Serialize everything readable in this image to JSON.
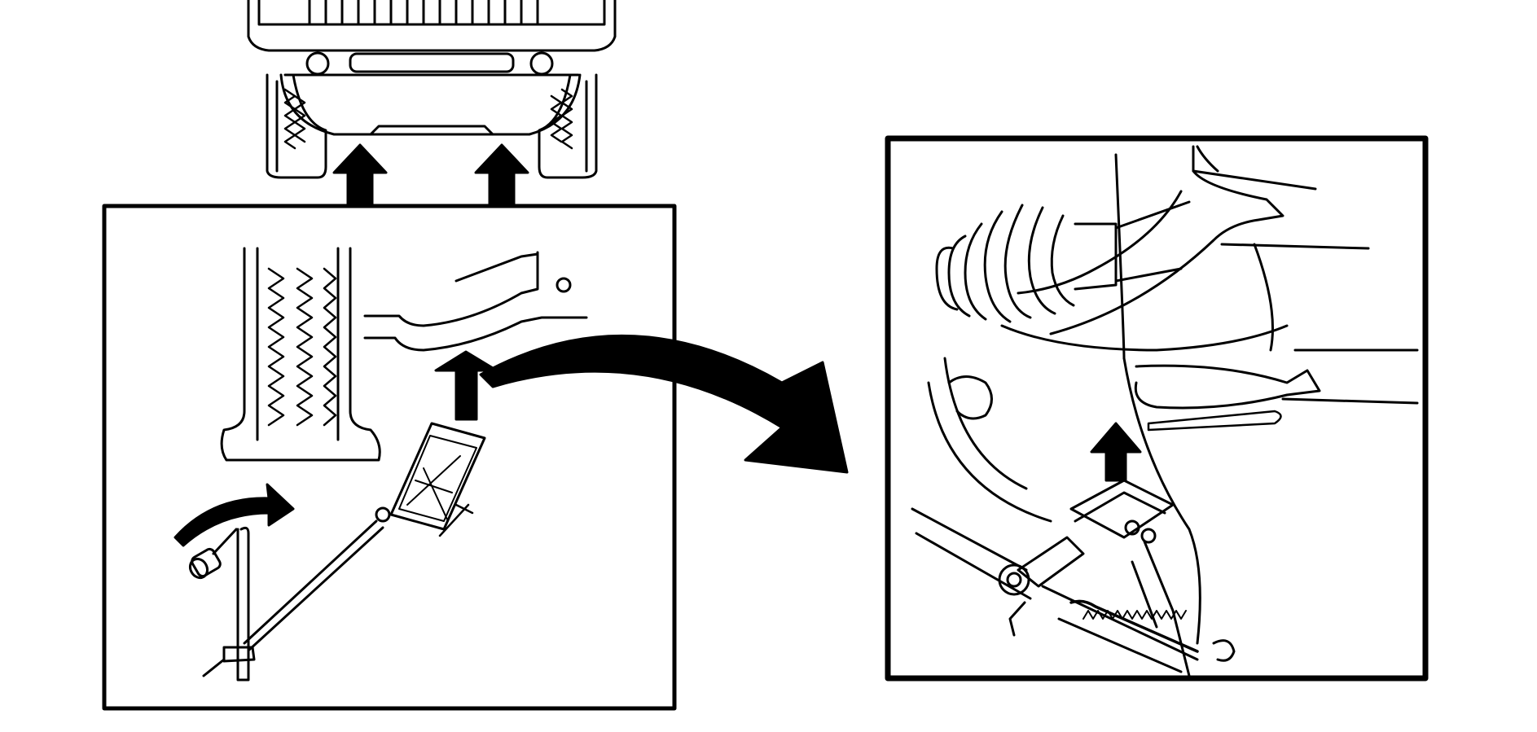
{
  "figure": {
    "description_visible_text": [],
    "colors": {
      "ink": "#000000",
      "paper": "#ffffff"
    },
    "elements": {
      "vehicle_underside_view": {
        "icon": "vehicle-front-underside-icon"
      },
      "left_panel": {
        "icon": "jack-placement-panel"
      },
      "right_panel": {
        "icon": "jack-detail-panel"
      },
      "lift_arrows": {
        "count": 2
      },
      "transition_arrow": {
        "icon": "curved-arrow-right-icon"
      },
      "rotation_arrow": {
        "icon": "curved-arrow-rotate-icon"
      }
    }
  }
}
